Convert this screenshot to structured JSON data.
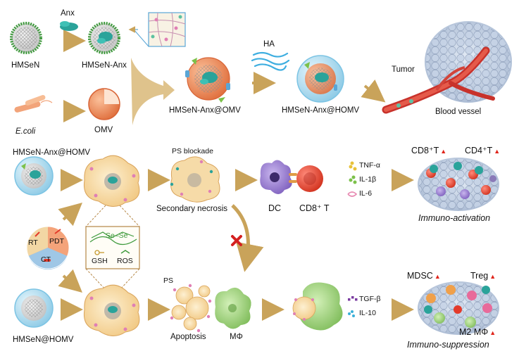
{
  "labels": {
    "hmsen": "HMSeN",
    "anx": "Anx",
    "hmsen_anx": "HMSeN-Anx",
    "ecoli": "E.coli",
    "omv": "OMV",
    "hmsen_anx_omv": "HMSeN-Anx@OMV",
    "ha": "HA",
    "hmsen_anx_homv": "HMSeN-Anx@HOMV",
    "tumor": "Tumor",
    "blood_vessel": "Blood vessel",
    "row2_title": "HMSeN-Anx@HOMV",
    "ps_blockade": "PS blockade",
    "secondary_necrosis": "Secondary necrosis",
    "dc": "DC",
    "cd8_t": "CD8⁺ T",
    "tnf": "TNF-α",
    "il1b": "IL-1β",
    "il6": "IL-6",
    "cd8t_up": "CD8⁺T",
    "cd4t_up": "CD4⁺T",
    "immuno_activation": "Immuno-activation",
    "rt": "RT",
    "pdt": "PDT",
    "ct": "CT",
    "se_se": "Se–Se",
    "gsh": "GSH",
    "ros": "ROS",
    "hmsen_homv": "HMSeN@HOMV",
    "ps": "PS",
    "apoptosis": "Apoptosis",
    "macrophage": "MΦ",
    "tgf": "TGF-β",
    "il10": "IL-10",
    "mdsc": "MDSC",
    "treg": "Treg",
    "m2": "M2 MΦ",
    "immuno_suppression": "Immuno-suppression"
  },
  "colors": {
    "arrow": "#c9a35a",
    "blocked_x": "#d42020",
    "shell_green": "#3e9a3c",
    "omv_orange": "#ef8a5a",
    "homv_blue": "#9fd6ee",
    "anx_teal": "#2aa39a",
    "cell_beige": "#f4d39a",
    "dc_purple": "#8b6fc4",
    "cd8_red": "#e04a3c",
    "macrophage_green": "#8cc76a",
    "up_arrow": "#e0241a"
  }
}
